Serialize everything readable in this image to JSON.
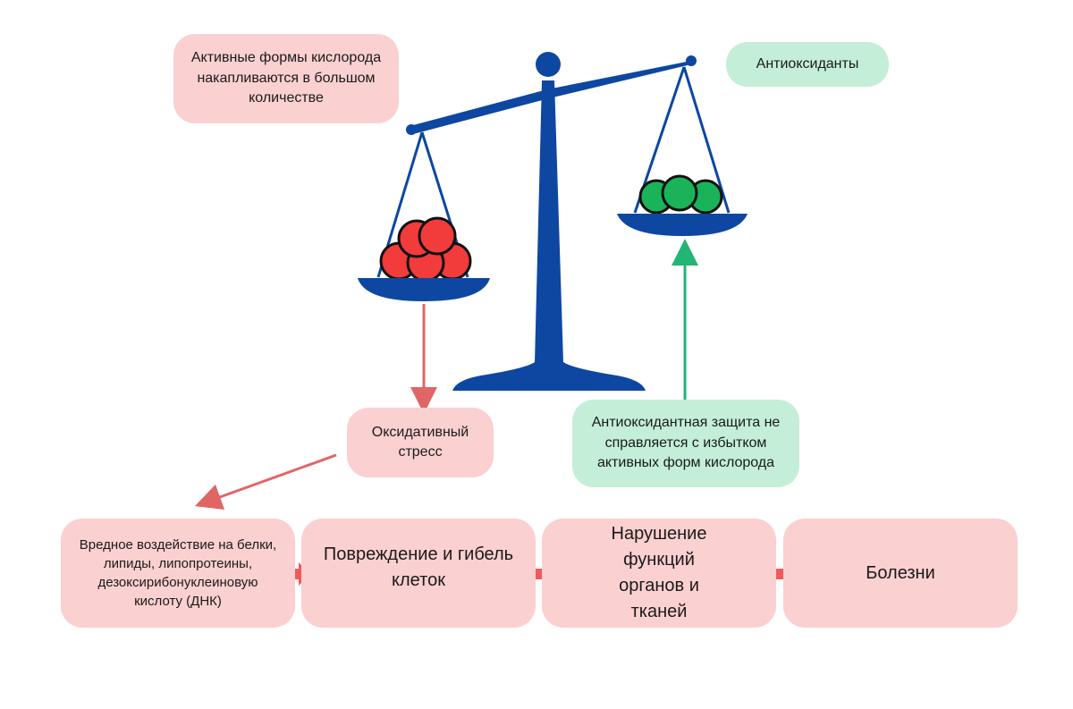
{
  "labels": {
    "ros_accumulate": "Активные формы кислорода накапливаются в большом количестве",
    "antioxidants": "Антиоксиданты",
    "oxidative_stress": "Оксидативный стресс",
    "antioxidant_defense": "Антиоксидантная защита не справляется с избытком активных форм кислорода"
  },
  "chain": [
    {
      "text": "Вредное воздействие на белки, липиды, липопротеины, дезоксирибонуклеиновую кислоту (ДНК)"
    },
    {
      "text": "Повреждение и гибель клеток"
    },
    {
      "text": "Нарушение функций органов и тканей"
    },
    {
      "text": "Болезни"
    }
  ],
  "colors": {
    "pink_box": "#fbd0d0",
    "green_box": "#c4eed8",
    "scale_blue": "#0d47a1",
    "red_ball": "#f23b3b",
    "green_ball": "#1bb35a",
    "red_arrow": "#e06666",
    "green_arrow": "#22b573",
    "chain_arrow": "#f05a5a"
  }
}
